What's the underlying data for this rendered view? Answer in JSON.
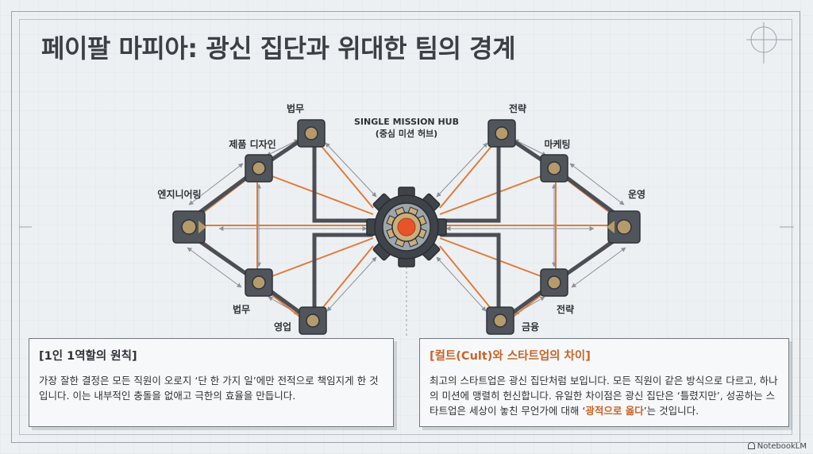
{
  "title": "페이팔 마피아: 광신 집단과 위대한 팀의 경계",
  "hub": {
    "label_en": "SINGLE MISSION HUB",
    "label_ko": "(중심 미션 허브)"
  },
  "nodes": {
    "engineering": "엔지니어링",
    "product_design": "제품 디자인",
    "legal_top": "법무",
    "legal_bottom": "법무",
    "sales": "영업",
    "strategy_top": "전략",
    "marketing": "마케팅",
    "operations": "운영",
    "strategy_bottom": "전략",
    "finance": "금융"
  },
  "box_left": {
    "heading": "[1인 1역할의 원칙]",
    "body": "가장 잘한 결정은 모든 직원이 오로지 ‘단 한 가지 일’에만 전적으로 책임지게 한 것입니다. 이는 내부적인 충돌을 없애고 극한의 효율을 만듭니다."
  },
  "box_right": {
    "heading": "[컬트(Cult)와 스타트업의 차이]",
    "body_before": "최고의 스타트업은 광신 집단처럼 보입니다. 모든 직원이 같은 방식으로 다르고, 하나의 미션에 맹렬히 헌신합니다. 유일한 차이점은 광신 집단은 ‘틀렸지만’, 성공하는 스타트업은 세상이 놓친 무언가에 대해 ‘",
    "body_highlight": "광적으로 옳다",
    "body_after": "’는 것입니다."
  },
  "watermark": "NotebookLM",
  "colors": {
    "orange": "#e07b3c",
    "dark": "#4a4f55",
    "gold": "#b59a6b",
    "hub_center": "#e8542a"
  }
}
